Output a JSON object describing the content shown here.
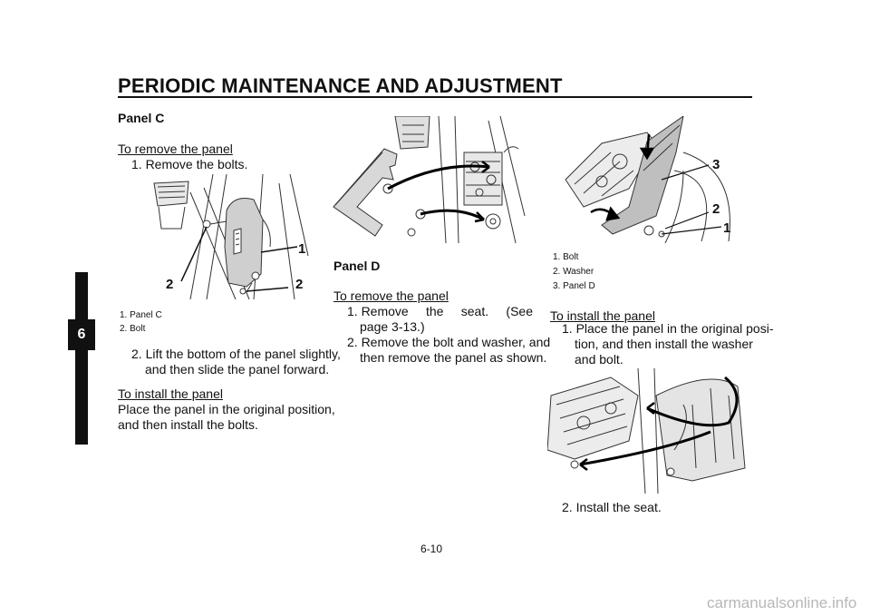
{
  "header": {
    "title": "PERIODIC MAINTENANCE AND ADJUSTMENT"
  },
  "chapter_tab": "6",
  "col1": {
    "heading": "Panel C",
    "remove_title": "To remove the panel",
    "step1": "1. Remove the bolts.",
    "fig_labels": {
      "one": "1",
      "two_a": "2",
      "two_b": "2"
    },
    "captions": [
      "1.  Panel C",
      "2.  Bolt"
    ],
    "step2_line1": "2. Lift the bottom of the panel slightly,",
    "step2_line2": "and then slide the panel forward.",
    "install_title": "To install the panel",
    "install_line1": "Place the panel in the original position,",
    "install_line2": "and then install the bolts."
  },
  "col2": {
    "heading": "Panel D",
    "remove_title": "To remove the panel",
    "step1_a": "1. Remove",
    "step1_b": "the",
    "step1_c": "seat.",
    "step1_d": "(See",
    "step1_line2": "page 3-13.)",
    "step2_line1": "2. Remove the bolt and washer, and",
    "step2_line2": "then remove the panel as shown."
  },
  "col3": {
    "fig_labels": {
      "three": "3",
      "two": "2",
      "one": "1"
    },
    "captions": [
      "1.  Bolt",
      "2.  Washer",
      "3.  Panel D"
    ],
    "install_title": "To install the panel",
    "step1_line1": "1. Place the panel in the original posi-",
    "step1_line2": "tion, and then install the washer",
    "step1_line3": "and bolt.",
    "step2": "2. Install the seat."
  },
  "footer": {
    "page_number": "6-10"
  },
  "watermark": "carmanualsonline.info"
}
